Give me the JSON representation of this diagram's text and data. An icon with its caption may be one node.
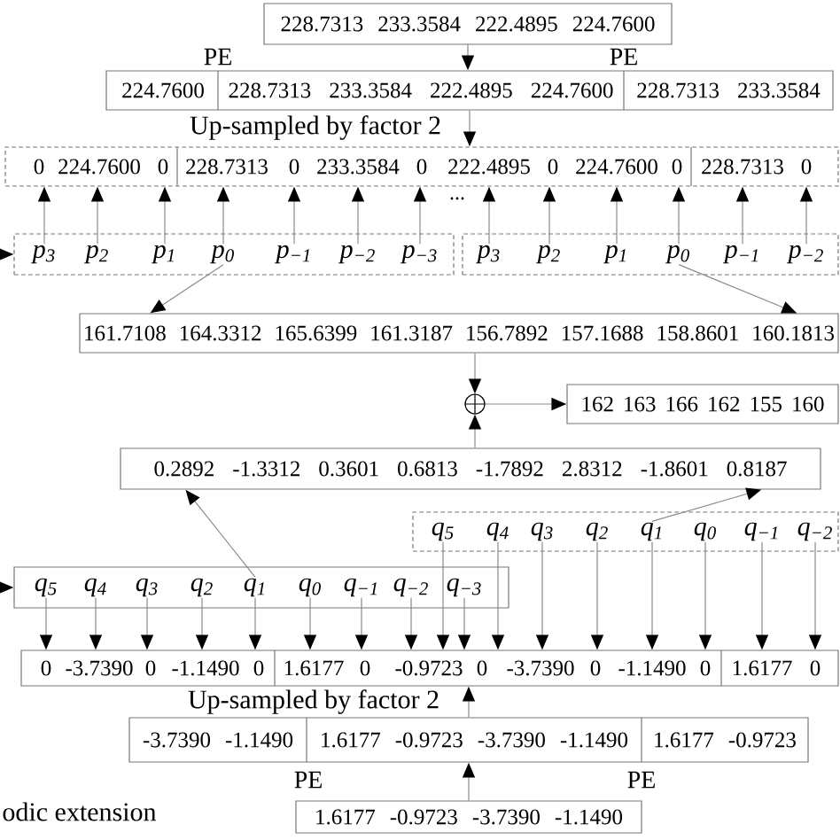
{
  "diagram": {
    "nodes": [
      {
        "text": [
          "228.7313 233.3584 222.4895 224.7600"
        ]
      },
      {
        "text": [
          "224.7600",
          "228.7313 233.3584 222.4895 224.7600",
          "228.7313 233.3584"
        ]
      },
      {
        "text": [
          "0",
          "224.7600",
          "0",
          "228.7313",
          "0",
          "233.3584",
          "0",
          "222.4895",
          "0",
          "224.7600",
          "0",
          "228.7313",
          "0"
        ]
      },
      {
        "text": [],
        "shape": "box"
      },
      {
        "text": [
          "p$_{3}$"
        ],
        "in": 3
      },
      {
        "text": [
          "p$_{2}$"
        ],
        "in": 3
      },
      {
        "text": [
          "p$_{1}$"
        ],
        "in": 3
      },
      {
        "text": [
          "p$_{0}$"
        ],
        "in": 3
      },
      {
        "text": [
          "p$_{−1}$"
        ],
        "in": 3
      },
      {
        "text": [
          "p$_{−2}$"
        ],
        "in": 3
      },
      {
        "text": [
          "p$_{−3}$"
        ],
        "in": 3
      },
      {
        "text": [],
        "shape": "box"
      },
      {
        "text": [
          "p$_{3}$"
        ],
        "in": 11
      },
      {
        "text": [
          "p$_{2}$"
        ],
        "in": 11
      },
      {
        "text": [
          "p$_{1}$"
        ],
        "in": 11
      },
      {
        "text": [
          "p$_{0}$"
        ],
        "in": 11
      },
      {
        "text": [
          "p$_{−1}$"
        ],
        "in": 11
      },
      {
        "text": [
          "p$_{−2}$"
        ],
        "in": 11
      },
      {
        "text": [
          "161.7108 164.3312 165.6399 161.3187 156.7892 157.1688 158.8601 160.1813"
        ]
      },
      {
        "text": [],
        "shape": "circle"
      },
      {
        "text": [
          "162 163 166 162 155 160"
        ]
      },
      {
        "text": [
          "0.2892 -1.3312 0.3601 0.6813 -1.7892 2.8312 -1.8601 0.8187"
        ]
      },
      {
        "text": [],
        "shape": "box"
      },
      {
        "text": [
          "q$_{5}$"
        ],
        "in": 22
      },
      {
        "text": [
          "q$_{4}$"
        ],
        "in": 22
      },
      {
        "text": [
          "q$_{3}$"
        ],
        "in": 22
      },
      {
        "text": [
          "q$_{2}$"
        ],
        "in": 22
      },
      {
        "text": [
          "q$_{1}$"
        ],
        "in": 22
      },
      {
        "text": [
          "q$_{0}$"
        ],
        "in": 22
      },
      {
        "text": [
          "q$_{−1}$"
        ],
        "in": 22
      },
      {
        "text": [
          "q$_{−2}$"
        ],
        "in": 22
      },
      {
        "text": [],
        "shape": "box"
      },
      {
        "text": [
          "q$_{5}$"
        ],
        "in": 31
      },
      {
        "text": [
          "q$_{4}$"
        ],
        "in": 31
      },
      {
        "text": [
          "q$_{3}$"
        ],
        "in": 31
      },
      {
        "text": [
          "q$_{2}$"
        ],
        "in": 31
      },
      {
        "text": [
          "q$_{1}$"
        ],
        "in": 31
      },
      {
        "text": [
          "q$_{0}$"
        ],
        "in": 31
      },
      {
        "text": [
          "q$_{−1}$"
        ],
        "in": 31
      },
      {
        "text": [
          "q$_{−2}$"
        ],
        "in": 31
      },
      {
        "text": [
          "q$_{−3}$"
        ],
        "in": 31
      },
      {
        "text": [
          "0",
          "-3.7390",
          "0",
          "-1.1490",
          "0",
          "1.6177",
          "0",
          "-0.9723",
          "0",
          "-3.7390",
          "0",
          "-1.1490",
          "0",
          "1.6177",
          "0"
        ]
      },
      {
        "text": [
          "-3.7390 -1.1490",
          "1.6177 -0.9723 -3.7390 -1.1490",
          "1.6177 -0.9723"
        ]
      },
      {
        "text": [
          "1.6177 -0.9723 -3.7390 -1.1490"
        ]
      }
    ],
    "edges": [
      {
        "from": 0,
        "to": 1,
        "arrow": "to"
      },
      {
        "from": 1,
        "to": 2,
        "arrow": "to"
      },
      {
        "from": 4,
        "to": 2,
        "arrow": "to"
      },
      {
        "from": 5,
        "to": 2,
        "arrow": "to"
      },
      {
        "from": 6,
        "to": 2,
        "arrow": "to"
      },
      {
        "from": 7,
        "to": 2,
        "arrow": "to"
      },
      {
        "from": 8,
        "to": 2,
        "arrow": "to"
      },
      {
        "from": 9,
        "to": 2,
        "arrow": "to"
      },
      {
        "from": 10,
        "to": 2,
        "arrow": "to"
      },
      {
        "from": 12,
        "to": 2,
        "arrow": "to"
      },
      {
        "from": 13,
        "to": 2,
        "arrow": "to"
      },
      {
        "from": 14,
        "to": 2,
        "arrow": "to"
      },
      {
        "from": 15,
        "to": 2,
        "arrow": "to"
      },
      {
        "from": 16,
        "to": 2,
        "arrow": "to"
      },
      {
        "from": 17,
        "to": 2,
        "arrow": "to"
      },
      {
        "from": null,
        "to": 3,
        "arrow": "to"
      },
      {
        "from": 7,
        "to": 18,
        "arrow": "to"
      },
      {
        "from": 15,
        "to": 18,
        "arrow": "to"
      },
      {
        "from": 18,
        "to": 19,
        "arrow": "to"
      },
      {
        "from": 19,
        "to": 20,
        "arrow": "to"
      },
      {
        "from": 21,
        "to": 19,
        "arrow": "to"
      },
      {
        "from": 27,
        "to": 21,
        "arrow": "to"
      },
      {
        "from": 36,
        "to": 21,
        "arrow": "to"
      },
      {
        "from": null,
        "to": 31,
        "arrow": "to"
      },
      {
        "from": 32,
        "to": 41,
        "arrow": "to"
      },
      {
        "from": 33,
        "to": 41,
        "arrow": "to"
      },
      {
        "from": 34,
        "to": 41,
        "arrow": "to"
      },
      {
        "from": 35,
        "to": 41,
        "arrow": "to"
      },
      {
        "from": 36,
        "to": 41,
        "arrow": "to"
      },
      {
        "from": 37,
        "to": 41,
        "arrow": "to"
      },
      {
        "from": 38,
        "to": 41,
        "arrow": "to"
      },
      {
        "from": 39,
        "to": 41,
        "arrow": "to"
      },
      {
        "from": 40,
        "to": 41,
        "arrow": "to"
      },
      {
        "from": 23,
        "to": 41,
        "arrow": "to"
      },
      {
        "from": 24,
        "to": 41,
        "arrow": "to"
      },
      {
        "from": 25,
        "to": 41,
        "arrow": "to"
      },
      {
        "from": 26,
        "to": 41,
        "arrow": "to"
      },
      {
        "from": 27,
        "to": 41,
        "arrow": "to"
      },
      {
        "from": 28,
        "to": 41,
        "arrow": "to"
      },
      {
        "from": 29,
        "to": 41,
        "arrow": "to"
      },
      {
        "from": 30,
        "to": 41,
        "arrow": "to"
      },
      {
        "from": 42,
        "to": 41,
        "arrow": "to"
      },
      {
        "from": 43,
        "to": 42,
        "arrow": "to"
      }
    ],
    "labels": [
      "PE",
      "PE",
      "Up-sampled by factor 2",
      "...",
      "Up-sampled by factor 2",
      "PE",
      "PE",
      "odic extension"
    ]
  }
}
